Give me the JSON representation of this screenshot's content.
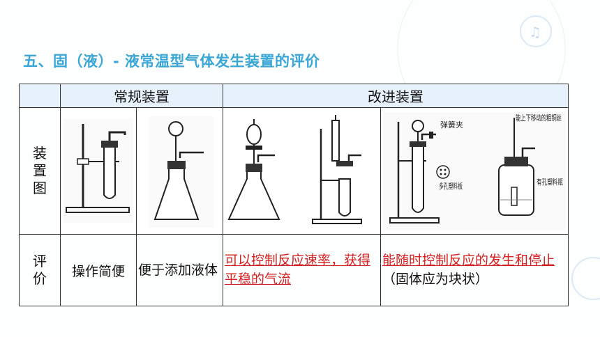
{
  "title": "五、固（液）- 液常温型气体发生装置的评价",
  "table": {
    "header": {
      "corner": "",
      "regular": "常规装置",
      "improved": "改进装置"
    },
    "row_image_label": "装置图",
    "row_eval_label": "评价",
    "labels": {
      "spring_clip": "弹簧夹",
      "porous_plate": "多孔塑料板",
      "movable_wire": "能上下移动的粗铜丝",
      "perforated_bottle": "有孔塑料瓶"
    },
    "eval": {
      "col1": "操作简便",
      "col2": "便于添加液体",
      "col3": "可以控制反应速率，获得平稳的气流",
      "col4_red": "能随时控制反应的发生和停止",
      "col4_note": "（固体应为块状）"
    }
  },
  "colors": {
    "title": "#3aa6d6",
    "header_bg": "#e6f1fb",
    "highlight": "#d42020"
  }
}
